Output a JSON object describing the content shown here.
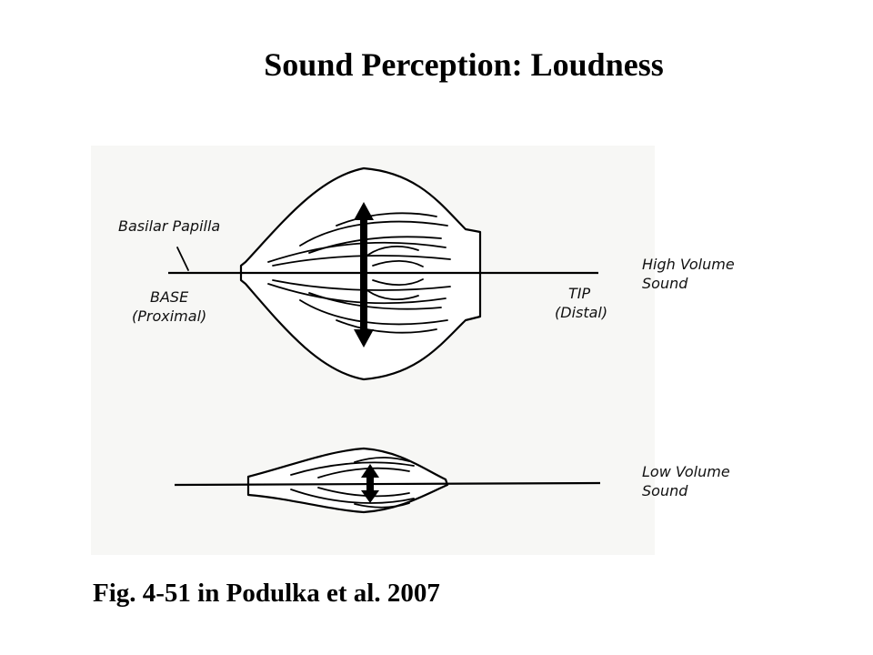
{
  "title": "Sound Perception: Loudness",
  "figure": {
    "labels": {
      "basilar_papilla": "Basilar Papilla",
      "base": "BASE",
      "proximal": "(Proximal)",
      "tip": "TIP",
      "distal": "(Distal)",
      "high_volume_line1": "High Volume",
      "high_volume_line2": "Sound",
      "low_volume_line1": "Low Volume",
      "low_volume_line2": "Sound"
    }
  },
  "caption": "Fig. 4-51 in Podulka et al. 2007"
}
